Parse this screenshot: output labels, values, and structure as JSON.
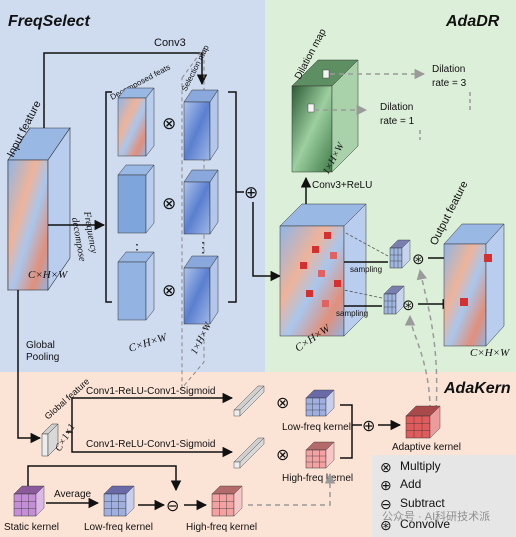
{
  "panels": {
    "freqselect": "FreqSelect",
    "adadr": "AdaDR",
    "adakern": "AdaKern"
  },
  "labels": {
    "conv3_top": "Conv3",
    "decomposed_feats": "Decomposed feats",
    "selection_map": "Selection map",
    "input_feature": "Input feature",
    "chw_input": "C×H×W",
    "frequency": "Frequency",
    "decompose": "decompose",
    "chw_decomp": "C×H×W",
    "one_hw_sel": "1×H×W",
    "dilation_map": "Dilation map",
    "one_hw_dil": "1×H×W",
    "dilation_rate_3_l1": "Dilation",
    "dilation_rate_3_l2": "rate = 3",
    "dilation_rate_1_l1": "Dilation",
    "dilation_rate_1_l2": "rate = 1",
    "conv3_relu": "Conv3+ReLU",
    "output_feature": "Output feature",
    "sampling_1": "sampling",
    "sampling_2": "sampling",
    "chw_center": "C×H×W",
    "chw_output": "C×H×W",
    "global_pooling_l1": "Global",
    "global_pooling_l2": "Pooling",
    "global_feature": "Global feature",
    "c11": "C×1×1",
    "conv_seq_1": "Conv1-ReLU-Conv1-Sigmoid",
    "conv_seq_2": "Conv1-ReLU-Conv1-Sigmoid",
    "low_freq_kernel_1": "Low-freq kernel",
    "high_freq_kernel_1": "High-freq kernel",
    "adaptive_kernel": "Adaptive kernel",
    "static_kernel": "Static kernel",
    "average": "Average",
    "low_freq_kernel_2": "Low-freq kernel",
    "high_freq_kernel_2": "High-freq kernel",
    "dots": "⋮"
  },
  "legend": {
    "multiply": "Multiply",
    "add": "Add",
    "subtract": "Subtract",
    "convolve": "Convolve"
  },
  "symbols": {
    "multiply": "⊗",
    "add": "⊕",
    "subtract": "⊖",
    "convolve": "⊛"
  },
  "watermark": "公众号 · AI科研技术派",
  "colors": {
    "freqselect_bg": "#cfdcf0",
    "adadr_bg": "#dcefd8",
    "adakern_bg": "#fbe4d6",
    "legend_bg": "#e6e6e6",
    "accent_red": "#d62f2f"
  }
}
